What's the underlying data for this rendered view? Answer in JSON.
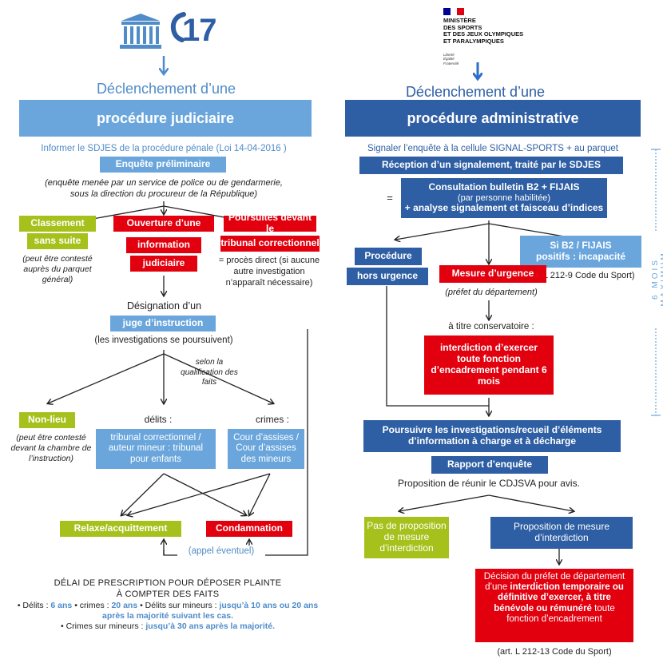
{
  "left": {
    "phone_number": "17",
    "decl_line1": "Déclenchement d’une",
    "title": "procédure judiciaire",
    "inform": "Informer le SDJES de la procédure pénale  (Loi 14-04-2016 )",
    "enquete": "Enquête préliminaire",
    "enquete_note1": "(enquête menée par un service de police ou de gendarmerie,",
    "enquete_note2": "sous la direction du procureur de la République)",
    "classement1": "Classement",
    "classement2": "sans suite",
    "classement_note": "(peut être contesté auprès du parquet général)",
    "ouverture1": "Ouverture d’une",
    "ouverture2": "information",
    "ouverture3": "judiciaire",
    "poursuites1": "Poursuites devant le",
    "poursuites2": "tribunal correctionnel",
    "proces": "= procès direct (si aucune autre investigation n’apparaît nécessaire)",
    "designation": "Désignation d’un",
    "juge": "juge d’instruction",
    "investigations": "(les investigations se poursuivent)",
    "selon": "selon la qualification des faits",
    "non_lieu": "Non-lieu",
    "non_lieu_note": "(peut être contesté devant la chambre de l’instruction)",
    "delits": "délits :",
    "crimes": "crimes :",
    "tribunal": "tribunal correctionnel / auteur mineur : tribunal pour enfants",
    "cour": "Cour d’assises / Cour d’assises des mineurs",
    "relaxe": "Relaxe/acquittement",
    "condamnation": "Condamnation",
    "appel": "(appel éventuel)",
    "delai1": "DÉLAI DE PRESCRIPTION POUR DÉPOSER PLAINTE",
    "delai2": "À COMPTER DES FAITS",
    "d_delits": "• Délits : ",
    "d_6ans": "6 ans",
    "d_crimes": " • crimes : ",
    "d_20ans": "20 ans",
    "d_mineurs": " • Délits sur mineurs : ",
    "d_mineurs_val": "jusqu’à 10 ans ou 20 ans après la majorité suivant les cas.",
    "d_crimes_min": "• Crimes sur mineurs : ",
    "d_crimes_min_val": "jusqu’à 30 ans après la majorité."
  },
  "right": {
    "ministry1": "MINISTÈRE",
    "ministry2": "DES SPORTS",
    "ministry3": "ET DES JEUX OLYMPIQUES",
    "ministry4": "ET PARALYMPIQUES",
    "motto1": "Liberté",
    "motto2": "Égalité",
    "motto3": "Fraternité",
    "decl_line1": "Déclenchement d’une",
    "title": "procédure administrative",
    "signaler": "Signaler l’enquête à la cellule SIGNAL-SPORTS + au parquet",
    "reception": "Réception d’un signalement, traité par le SDJES",
    "consult1": "Consultation bulletin B2 + FIJAIS",
    "consult2": "(par personne habilitée)",
    "consult3": "+ analyse signalement et faisceau d’indices",
    "equals": "=",
    "proc1": "Procédure",
    "proc2": "hors urgence",
    "si_b2_1": "Si B2 / FIJAIS",
    "si_b2_2": "positifs : incapacité",
    "art1": "(art. L 212-9 Code du Sport)",
    "mesure": "Mesure d’urgence",
    "prefet": "(préfet du département)",
    "titre": "à titre conservatoire :",
    "interdiction": "interdiction d’exercer toute fonction d’encadrement pendant 6 mois",
    "poursuivre": "Poursuivre les investigations/recueil d’éléments d’information à charge et à décharge",
    "rapport": "Rapport d’enquête",
    "proposition": "Proposition de réunir le CDJSVA pour avis.",
    "pas_prop": "Pas de proposition de mesure d’interdiction",
    "prop_mesure": "Proposition de mesure d’interdiction",
    "decision_a": "Décision du préfet de département d’une ",
    "decision_b": "interdiction temporaire ou définitive d’exercer, à titre bénévole ou rémunéré",
    "decision_c": " toute fonction d’encadrement",
    "art2": "(art. L 212-13 Code du Sport)",
    "six_mois": "6 MOIS MAXIMUM"
  },
  "colors": {
    "light_blue": "#6aa6dc",
    "dark_blue": "#2e5ea3",
    "red": "#e2000f",
    "green": "#a6c11b"
  }
}
